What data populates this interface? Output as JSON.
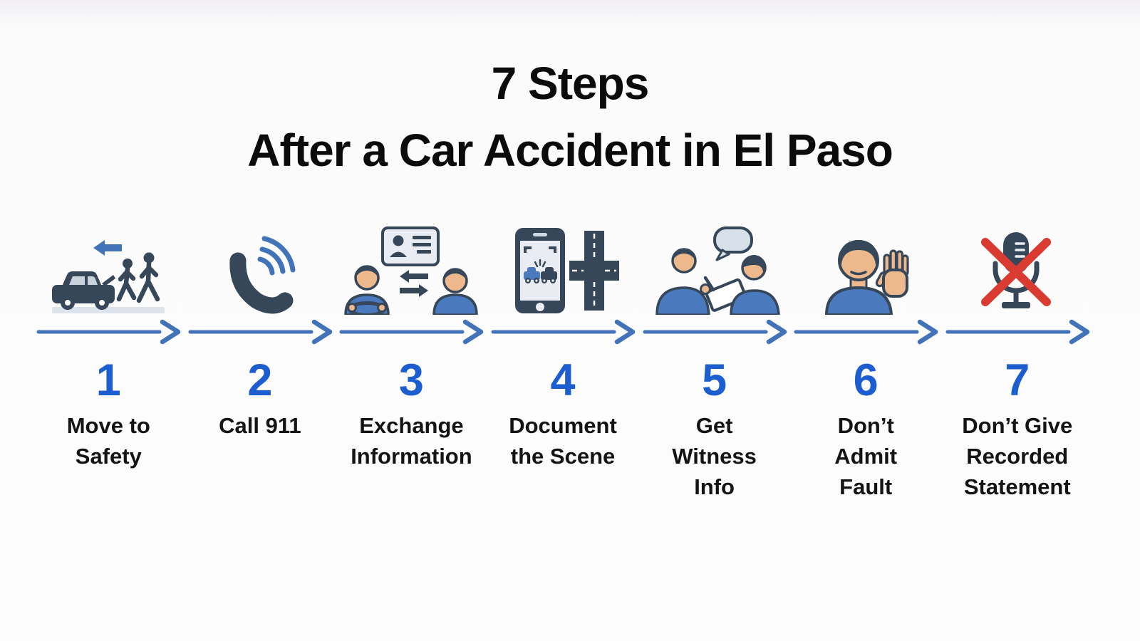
{
  "title": {
    "line1": "7 Steps",
    "line2": "After a Car Accident in El Paso"
  },
  "colors": {
    "number_blue": "#1c5ecf",
    "timeline_blue": "#4273b8",
    "icon_navy": "#37475a",
    "icon_shirt_blue": "#4a79bd",
    "icon_skin": "#edb98c",
    "alert_red": "#d93b31"
  },
  "steps": [
    {
      "number": "1",
      "label": "Move to\nSafety",
      "icon": "car-pedestrians-icon"
    },
    {
      "number": "2",
      "label": "Call 911",
      "icon": "phone-call-icon"
    },
    {
      "number": "3",
      "label": "Exchange\nInformation",
      "icon": "exchange-info-icon"
    },
    {
      "number": "4",
      "label": "Document\nthe Scene",
      "icon": "phone-camera-road-icon"
    },
    {
      "number": "5",
      "label": "Get\nWitness\nInfo",
      "icon": "witness-conversation-icon"
    },
    {
      "number": "6",
      "label": "Don’t\nAdmit\nFault",
      "icon": "stop-hand-icon"
    },
    {
      "number": "7",
      "label": "Don’t Give\nRecorded\nStatement",
      "icon": "no-recording-icon"
    }
  ]
}
